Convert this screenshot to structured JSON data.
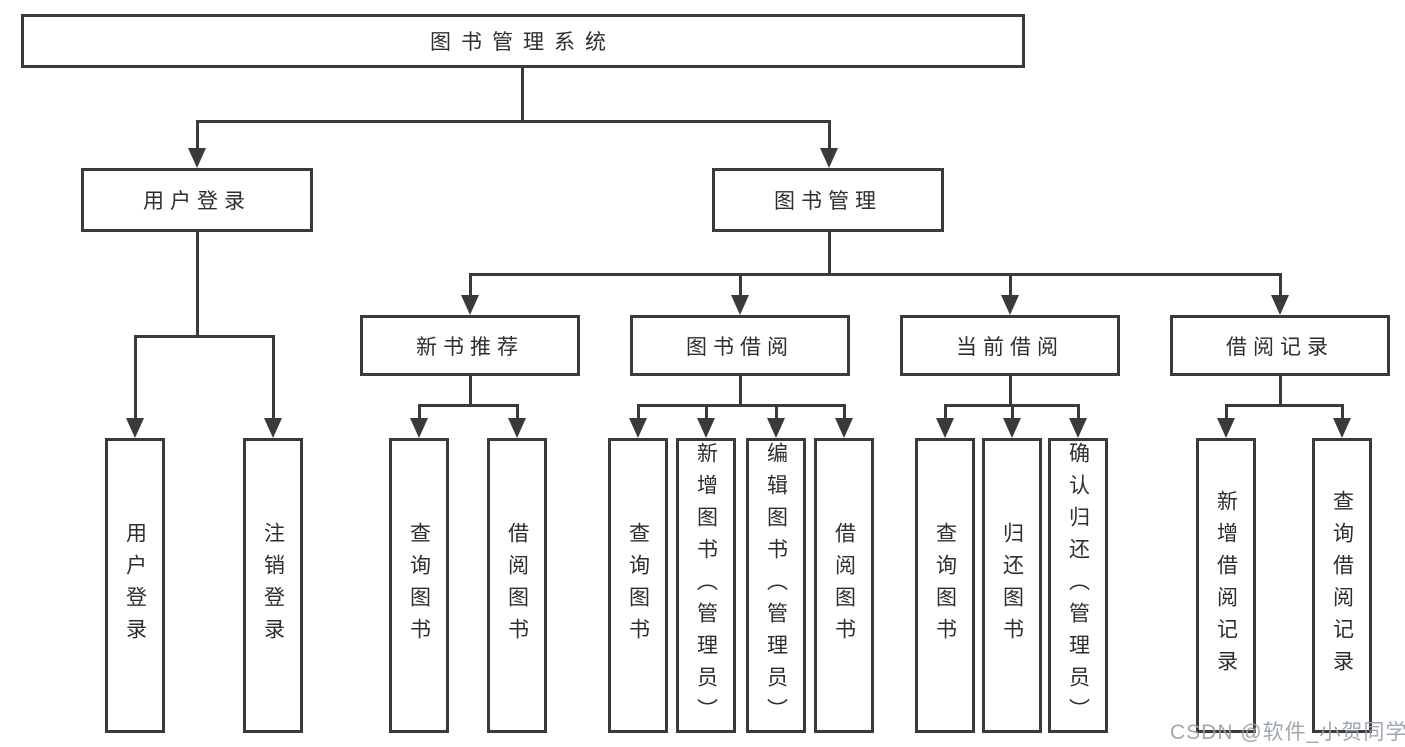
{
  "diagram": {
    "root_label": "图书管理系统",
    "level2": {
      "user_login": "用户登录",
      "book_management": "图书管理"
    },
    "user_login_children": [
      "用户登录",
      "注销登录"
    ],
    "book_management_children": [
      "新书推荐",
      "图书借阅",
      "当前借阅",
      "借阅记录"
    ],
    "new_book_children": [
      "查询图书",
      "借阅图书"
    ],
    "book_borrow_children": [
      "查询图书",
      "新增图书（管理员）",
      "编辑图书（管理员）",
      "借阅图书"
    ],
    "current_borrow_children": [
      "查询图书",
      "归还图书",
      "确认归还（管理员）"
    ],
    "borrow_record_children": [
      "新增借阅记录",
      "查询借阅记录"
    ],
    "watermark": "CSDN @软件_小贺同学",
    "colors": {
      "line": "#3a3a3a",
      "text": "#2e2e2e",
      "box_fill": "#ffffff",
      "background": "#ffffff",
      "watermark": "#9aa0a8"
    }
  }
}
